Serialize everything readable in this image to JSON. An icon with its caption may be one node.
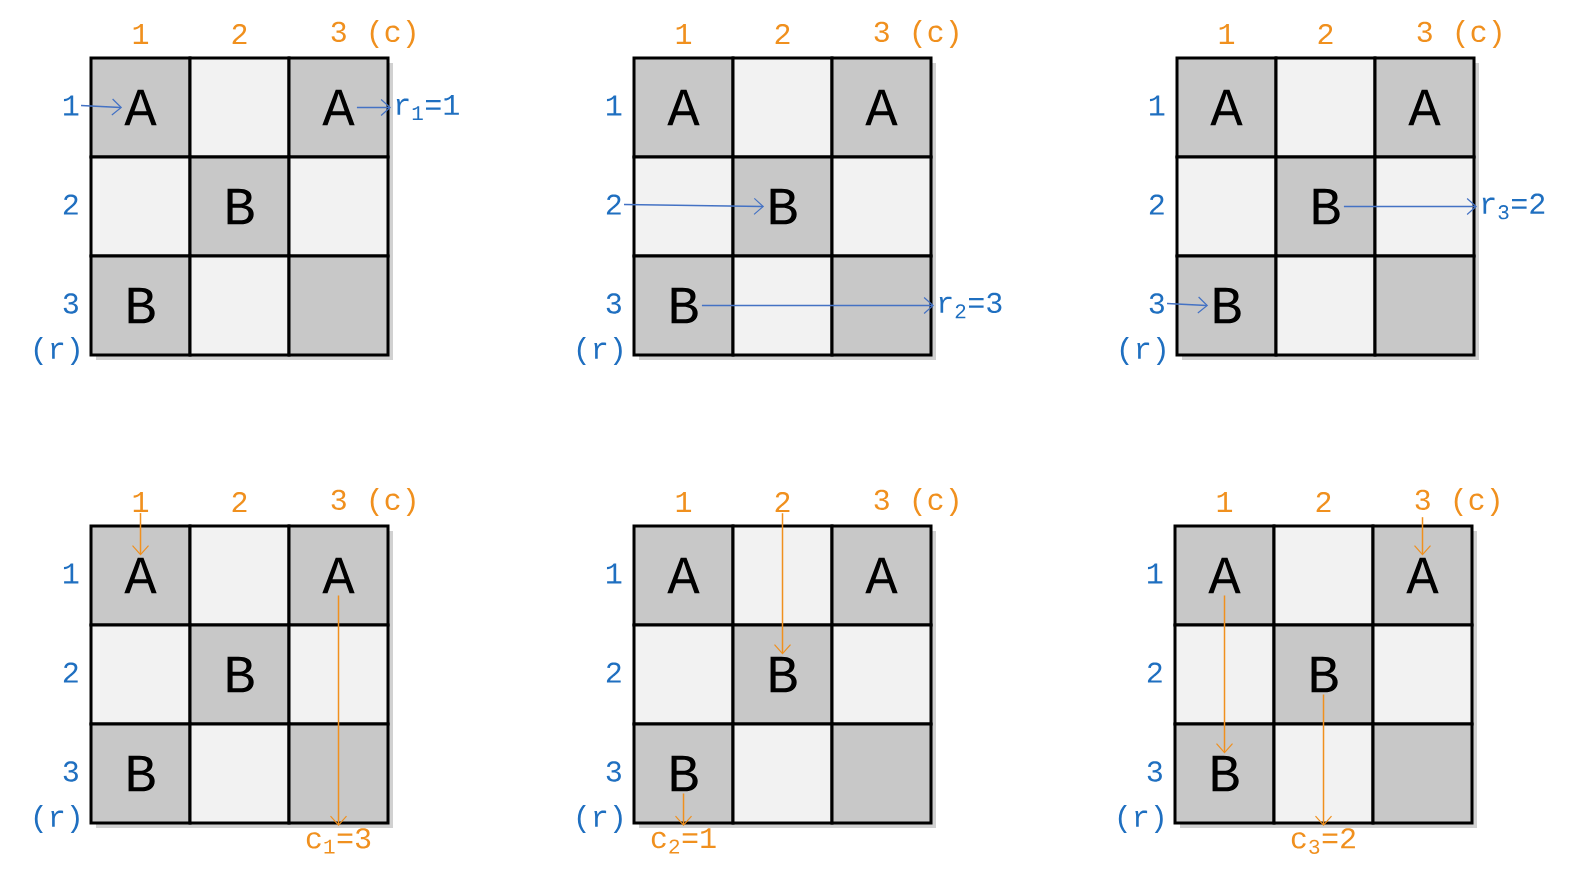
{
  "diagram": {
    "nodes": [
      {
        "text": [
          "1"
        ]
      },
      {
        "text": [
          "2"
        ]
      },
      {
        "text": [
          "3 (c)"
        ]
      },
      {
        "text": [
          "1"
        ]
      },
      {
        "text": [
          "2"
        ]
      },
      {
        "text": [
          "3"
        ]
      },
      {
        "text": [
          "(r)"
        ]
      },
      {
        "text": [
          "A"
        ]
      },
      {
        "text": [
          "A"
        ]
      },
      {
        "text": [
          "B"
        ]
      },
      {
        "text": [
          "B"
        ]
      },
      {
        "text": [
          "r$_{1}$=1"
        ]
      },
      {
        "text": [
          "1"
        ]
      },
      {
        "text": [
          "2"
        ]
      },
      {
        "text": [
          "3 (c)"
        ]
      },
      {
        "text": [
          "1"
        ]
      },
      {
        "text": [
          "2"
        ]
      },
      {
        "text": [
          "3"
        ]
      },
      {
        "text": [
          "(r)"
        ]
      },
      {
        "text": [
          "A"
        ]
      },
      {
        "text": [
          "A"
        ]
      },
      {
        "text": [
          "B"
        ]
      },
      {
        "text": [
          "B"
        ]
      },
      {
        "text": [
          "r$_{2}$=3"
        ]
      },
      {
        "text": [
          "1"
        ]
      },
      {
        "text": [
          "2"
        ]
      },
      {
        "text": [
          "3 (c)"
        ]
      },
      {
        "text": [
          "1"
        ]
      },
      {
        "text": [
          "2"
        ]
      },
      {
        "text": [
          "3"
        ]
      },
      {
        "text": [
          "(r)"
        ]
      },
      {
        "text": [
          "A"
        ]
      },
      {
        "text": [
          "A"
        ]
      },
      {
        "text": [
          "B"
        ]
      },
      {
        "text": [
          "B"
        ]
      },
      {
        "text": [
          "r$_{3}$=2"
        ]
      },
      {
        "text": [
          "1"
        ]
      },
      {
        "text": [
          "2"
        ]
      },
      {
        "text": [
          "3 (c)"
        ]
      },
      {
        "text": [
          "1"
        ]
      },
      {
        "text": [
          "2"
        ]
      },
      {
        "text": [
          "3"
        ]
      },
      {
        "text": [
          "(r)"
        ]
      },
      {
        "text": [
          "A"
        ]
      },
      {
        "text": [
          "A"
        ]
      },
      {
        "text": [
          "B"
        ]
      },
      {
        "text": [
          "B"
        ]
      },
      {
        "text": [
          "c$_{1}$=3"
        ]
      },
      {
        "text": [
          "1"
        ]
      },
      {
        "text": [
          "2"
        ]
      },
      {
        "text": [
          "3 (c)"
        ]
      },
      {
        "text": [
          "1"
        ]
      },
      {
        "text": [
          "2"
        ]
      },
      {
        "text": [
          "3"
        ]
      },
      {
        "text": [
          "(r)"
        ]
      },
      {
        "text": [
          "A"
        ]
      },
      {
        "text": [
          "A"
        ]
      },
      {
        "text": [
          "B"
        ]
      },
      {
        "text": [
          "B"
        ]
      },
      {
        "text": [
          "c$_{2}$=1"
        ]
      },
      {
        "text": [
          "1"
        ]
      },
      {
        "text": [
          "2"
        ]
      },
      {
        "text": [
          "3 (c)"
        ]
      },
      {
        "text": [
          "1"
        ]
      },
      {
        "text": [
          "2"
        ]
      },
      {
        "text": [
          "3"
        ]
      },
      {
        "text": [
          "(r)"
        ]
      },
      {
        "text": [
          "A"
        ]
      },
      {
        "text": [
          "A"
        ]
      },
      {
        "text": [
          "B"
        ]
      },
      {
        "text": [
          "B"
        ]
      },
      {
        "text": [
          "c$_{3}$=2"
        ]
      }
    ],
    "edges": [
      {
        "from": 3,
        "to": 7,
        "arrow": "to",
        "color": "#4472c4"
      },
      {
        "from": 8,
        "to": 11,
        "arrow": "to",
        "color": "#4472c4"
      },
      {
        "from": 16,
        "to": 21,
        "arrow": "to",
        "color": "#4472c4"
      },
      {
        "from": 22,
        "to": 23,
        "arrow": "to",
        "color": "#4472c4"
      },
      {
        "from": 33,
        "to": 35,
        "arrow": "to",
        "color": "#4472c4"
      },
      {
        "from": 29,
        "to": 34,
        "arrow": "to",
        "color": "#4472c4"
      },
      {
        "from": 36,
        "to": 43,
        "arrow": "to"
      },
      {
        "from": 44,
        "to": 47,
        "arrow": "to"
      },
      {
        "from": 49,
        "to": 57,
        "arrow": "to"
      },
      {
        "from": 58,
        "to": 59,
        "arrow": "to"
      },
      {
        "from": 62,
        "to": 68,
        "arrow": "to"
      },
      {
        "from": 67,
        "to": 70,
        "arrow": "to"
      },
      {
        "from": 69,
        "to": 71,
        "arrow": "to"
      }
    ]
  }
}
